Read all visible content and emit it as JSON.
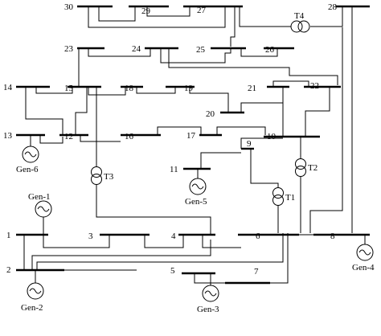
{
  "buses": {
    "b1": "1",
    "b2": "2",
    "b3": "3",
    "b4": "4",
    "b5": "5",
    "b6": "6",
    "b7": "7",
    "b8": "8",
    "b9": "9",
    "b10": "10",
    "b11": "11",
    "b12": "12",
    "b13": "13",
    "b14": "14",
    "b15": "15",
    "b16": "16",
    "b17": "17",
    "b18": "18",
    "b19": "19",
    "b20": "20",
    "b21": "21",
    "b22": "22",
    "b23": "23",
    "b24": "24",
    "b25": "25",
    "b26": "26",
    "b27": "27",
    "b28": "28",
    "b29": "29",
    "b30": "30"
  },
  "generators": {
    "g1": "Gen-1",
    "g2": "Gen-2",
    "g3": "Gen-3",
    "g4": "Gen-4",
    "g5": "Gen-5",
    "g6": "Gen-6"
  },
  "transformers": {
    "t1": "T1",
    "t2": "T2",
    "t3": "T3",
    "t4": "T4"
  }
}
